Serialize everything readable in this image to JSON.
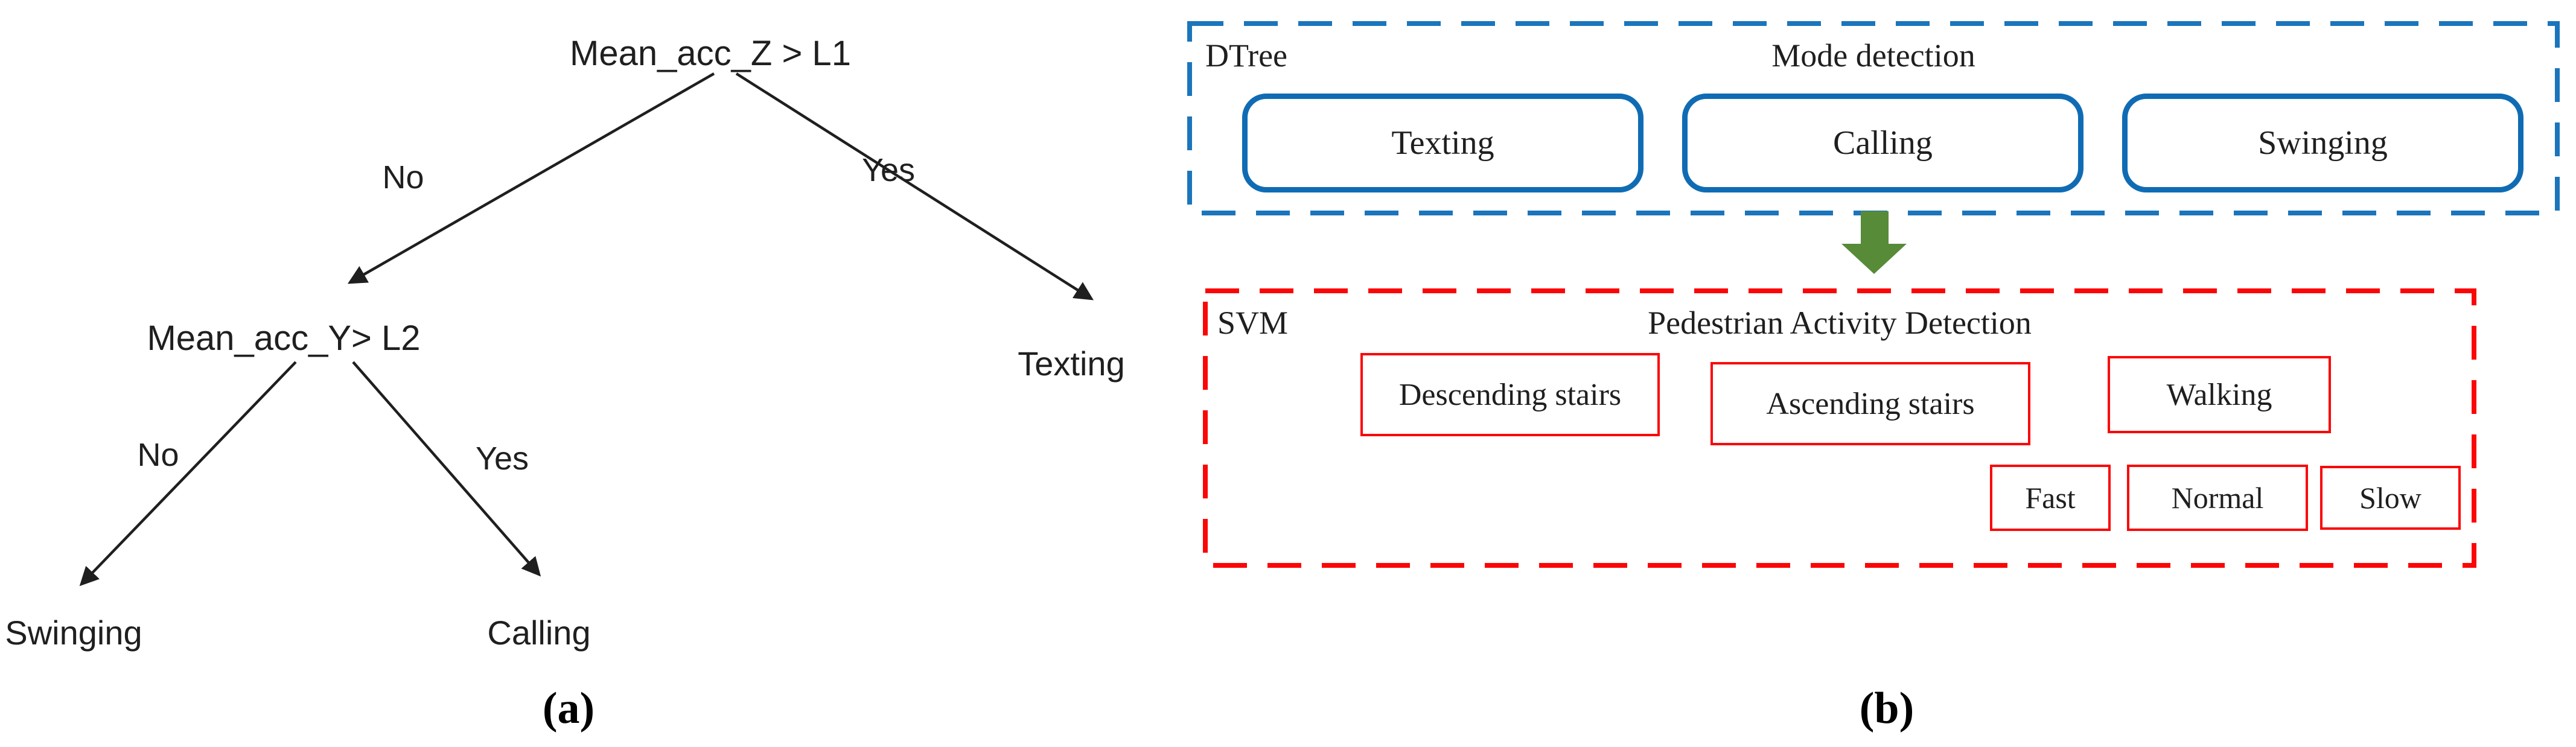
{
  "figure": {
    "caption_a": "(a)",
    "caption_b": "(b)"
  },
  "tree": {
    "root_condition": "Mean_acc_Z > L1",
    "root_no": "No",
    "root_yes": "Yes",
    "node2_condition": "Mean_acc_Y> L2",
    "node2_no": "No",
    "node2_yes": "Yes",
    "leaf_texting": "Texting",
    "leaf_swinging": "Swinging",
    "leaf_calling": "Calling"
  },
  "dtree_panel": {
    "label": "DTree",
    "title": "Mode detection",
    "boxes": [
      "Texting",
      "Calling",
      "Swinging"
    ]
  },
  "svm_panel": {
    "label": "SVM",
    "title": "Pedestrian Activity Detection",
    "activity_boxes": [
      "Descending stairs",
      "Ascending stairs",
      "Walking"
    ],
    "speed_boxes": [
      "Fast",
      "Normal",
      "Slow"
    ]
  },
  "colors": {
    "blue": "#1b75bc",
    "blue_box": "#0f6cb4",
    "red": "#fb0606",
    "green": "#578b38",
    "ink": "#1f1f1f"
  }
}
